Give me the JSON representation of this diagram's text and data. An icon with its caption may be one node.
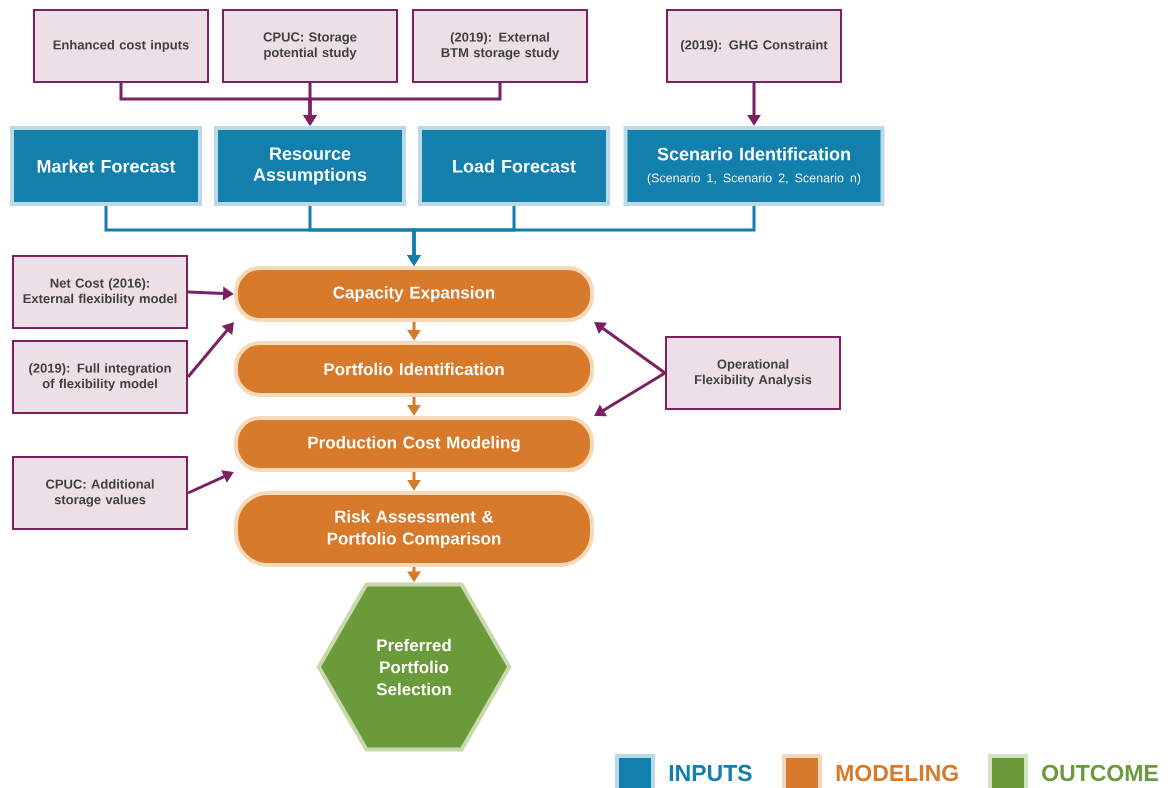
{
  "diagram": {
    "nodes": [
      {
        "text": [
          "Enhanced cost inputs"
        ]
      },
      {
        "text": [
          "CPUC: Storage potential study"
        ]
      },
      {
        "text": [
          "(2019): External BTM storage study"
        ]
      },
      {
        "text": [
          "(2019): GHG Constraint"
        ]
      },
      {
        "text": [
          "Market Forecast"
        ]
      },
      {
        "text": [
          "Resource Assumptions"
        ]
      },
      {
        "text": [
          "Load Forecast"
        ]
      },
      {
        "text": [
          "Scenario Identification",
          "(Scenario 1, Scenario 2, Scenario n)"
        ]
      },
      {
        "text": [
          "Capacity Expansion"
        ]
      },
      {
        "text": [
          "Portfolio Identification"
        ]
      },
      {
        "text": [
          "Production Cost Modeling"
        ]
      },
      {
        "text": [
          "Risk Assessment & Portfolio Comparison"
        ]
      },
      {
        "text": [
          "Preferred Portfolio Selection"
        ]
      },
      {
        "text": [
          "Net Cost (2016): External flexibility model"
        ]
      },
      {
        "text": [
          "(2019): Full integration of flexibility model"
        ]
      },
      {
        "text": [
          "Operational Flexibility Analysis"
        ]
      },
      {
        "text": [
          "CPUC: Additional storage values"
        ]
      }
    ],
    "edges": [
      {
        "from": 0,
        "to": 5,
        "arrow": "to"
      },
      {
        "from": 1,
        "to": 5,
        "arrow": "to"
      },
      {
        "from": 2,
        "to": 5,
        "arrow": "to"
      },
      {
        "from": 3,
        "to": 7,
        "arrow": "to"
      },
      {
        "from": 4,
        "to": 8,
        "arrow": "to",
        "color": "#127fac"
      },
      {
        "from": 5,
        "to": 8,
        "arrow": "to",
        "color": "#127fac"
      },
      {
        "from": 6,
        "to": 8,
        "arrow": "to",
        "color": "#127fac"
      },
      {
        "from": 7,
        "to": 8,
        "arrow": "to",
        "color": "#127fac"
      },
      {
        "from": 8,
        "to": 9,
        "arrow": "to",
        "color": "#d87a2b"
      },
      {
        "from": 9,
        "to": 10,
        "arrow": "to",
        "color": "#d87a2b"
      },
      {
        "from": 10,
        "to": 11,
        "arrow": "to",
        "color": "#d87a2b"
      },
      {
        "from": 11,
        "to": 12,
        "arrow": "to",
        "color": "#d87a2b"
      },
      {
        "from": 13,
        "to": 8,
        "arrow": "to"
      },
      {
        "from": 14,
        "to": 8,
        "arrow": "to"
      },
      {
        "from": 15,
        "to": 8,
        "arrow": "to"
      },
      {
        "from": 15,
        "to": 10,
        "arrow": "to"
      },
      {
        "from": 16,
        "to": 10,
        "arrow": "to"
      }
    ],
    "legend": [
      {
        "text": "INPUTS",
        "color": "#127fac"
      },
      {
        "text": "MODELING",
        "color": "#d87a2b"
      },
      {
        "text": "OUTCOME",
        "color": "#6b9a3a"
      }
    ]
  }
}
